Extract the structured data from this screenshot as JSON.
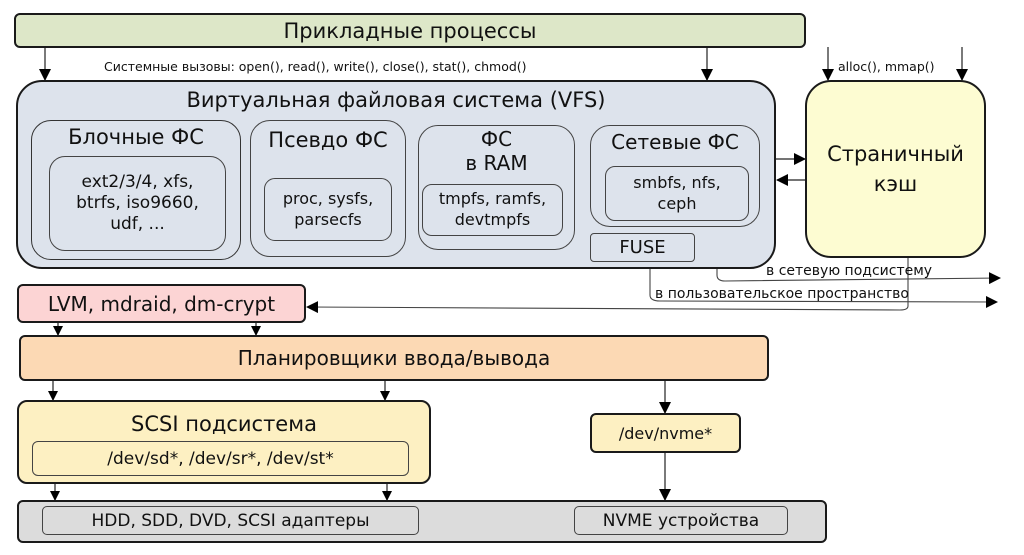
{
  "diagram": {
    "colors": {
      "apps": "#dde7c8",
      "vfs": "#dde3ec",
      "page_cache": "#fdfcd2",
      "lvm": "#fcd4d4",
      "io_sched": "#fcd9b4",
      "scsi": "#fdf0c2",
      "nvme_dev": "#fdf0c2",
      "devices": "#dcdcdc"
    },
    "apps": {
      "label": "Прикладные процессы"
    },
    "syscalls_label": "Системные вызовы: open(), read(), write(), close(), stat(), chmod()",
    "mem_calls_label": "alloc(), mmap()",
    "vfs": {
      "title": "Виртуальная файловая система (VFS)",
      "groups": [
        {
          "title": "Блочные ФС",
          "items": "ext2/3/4, xfs,\nbtrfs, iso9660,\nudf, ..."
        },
        {
          "title": "Псевдо ФС",
          "items": "proc, sysfs,\nparsecfs"
        },
        {
          "title": "ФС\nв RAM",
          "items": "tmpfs, ramfs,\ndevtmpfs"
        },
        {
          "title": "Сетевые ФС",
          "items": "smbfs, nfs,\nceph"
        }
      ],
      "fuse": "FUSE"
    },
    "page_cache": {
      "label": "Страничный\nкэш"
    },
    "to_network": "в сетевую подсистему",
    "to_userspace": "в пользовательское пространство",
    "lvm": {
      "label": "LVM, mdraid, dm-crypt"
    },
    "io_sched": {
      "label": "Планировщики ввода/вывода"
    },
    "scsi": {
      "title": "SCSI подсистема",
      "devices": "/dev/sd*, /dev/sr*, /dev/st*"
    },
    "nvme_dev": {
      "label": "/dev/nvme*"
    },
    "hardware": {
      "scsi_devices": "HDD, SDD, DVD, SCSI адаптеры",
      "nvme_devices": "NVME устройства"
    }
  }
}
